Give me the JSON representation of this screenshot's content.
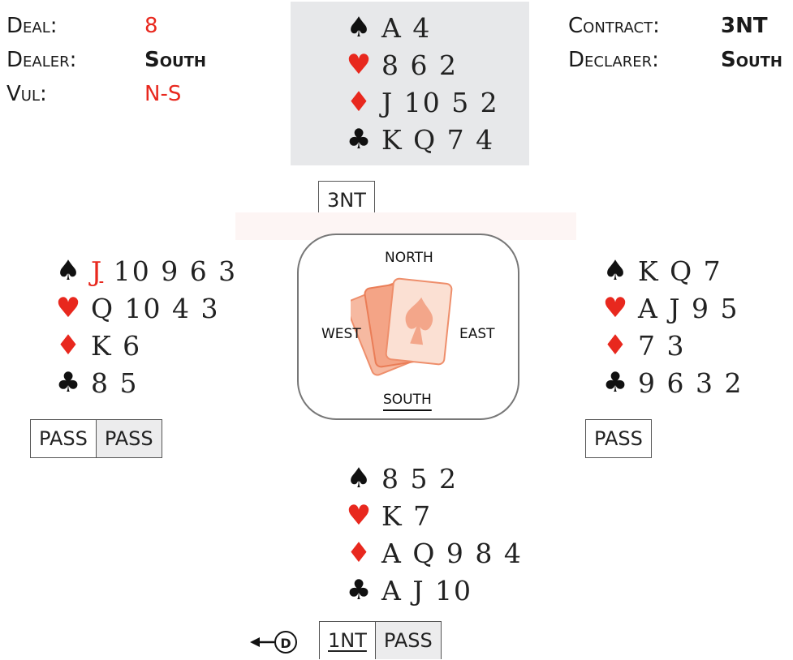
{
  "info": {
    "deal_label": "Deal:",
    "deal_value": "8",
    "dealer_label": "Dealer:",
    "dealer_value": "South",
    "vul_label": "Vul:",
    "vul_value": "N-S",
    "contract_label": "Contract:",
    "contract_value": "3NT",
    "declarer_label": "Declarer:",
    "declarer_value": "South"
  },
  "suits": {
    "spade": "♠",
    "heart": "♥",
    "diamond": "♦",
    "club": "♣"
  },
  "hands": {
    "north": {
      "spades": "A 4",
      "hearts": "8 6 2",
      "diamonds": "J 10 5 2",
      "clubs": "K Q 7 4"
    },
    "west": {
      "spades_lead": "J",
      "spades_rest": " 10 9 6 3",
      "hearts": "Q 10 4 3",
      "diamonds": "K 6",
      "clubs": "8 5"
    },
    "east": {
      "spades": "K Q 7",
      "hearts": "A J 9 5",
      "diamonds": "7 3",
      "clubs": "9 6 3 2"
    },
    "south": {
      "spades": "8 5 2",
      "hearts": "K 7",
      "diamonds": "A Q 9 8 4",
      "clubs": "A J 10"
    }
  },
  "bidding": {
    "north": [
      "3NT"
    ],
    "west": [
      "PASS",
      "PASS"
    ],
    "east": [
      "PASS"
    ],
    "south": [
      "1NT",
      "PASS"
    ]
  },
  "compass": {
    "north": "NORTH",
    "south": "SOUTH",
    "east": "EAST",
    "west": "WEST"
  },
  "dealer_marker": "D",
  "colors": {
    "red": "#e8281e",
    "shade": "#e7e8ea",
    "card_art": "#f08a68"
  },
  "icons": {
    "card_fan": "card-fan-icon",
    "dealer_arrow": "arrow-left-icon"
  }
}
